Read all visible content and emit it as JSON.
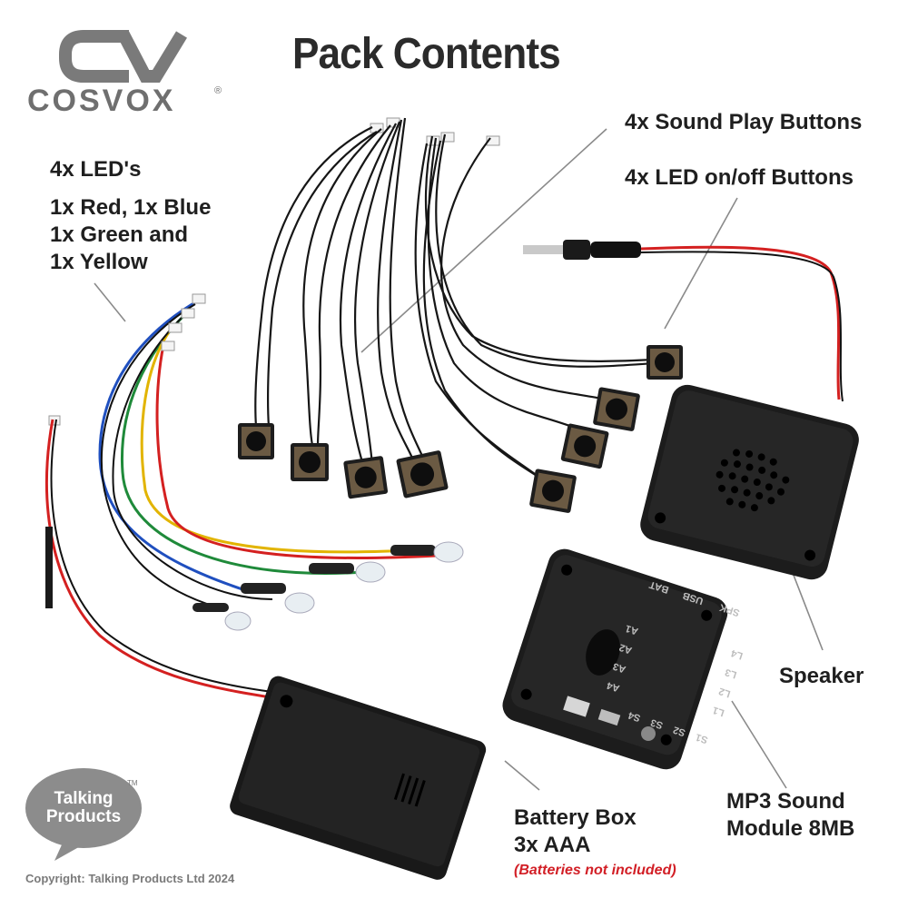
{
  "logo": {
    "text": "COSVOX",
    "registered": "®"
  },
  "title": "Pack Contents",
  "labels": {
    "leds": [
      "4x LED's",
      "1x Red, 1x Blue",
      "1x Green and",
      "1x Yellow"
    ],
    "sound_buttons": "4x Sound Play Buttons",
    "led_buttons": "4x LED on/off Buttons",
    "speaker": "Speaker",
    "battery_box": [
      "Battery Box",
      "3x AAA"
    ],
    "battery_note": "(Batteries not included)",
    "mp3_module": [
      "MP3 Sound",
      "Module 8MB"
    ]
  },
  "module_markings": [
    "S1",
    "S2",
    "S3",
    "S4",
    "A4",
    "A3",
    "A2",
    "A1",
    "L1",
    "L2",
    "L3",
    "L4",
    "BAT",
    "USB",
    "SPK"
  ],
  "talking_products": {
    "line1": "Talking",
    "line2": "Products",
    "tm": "TM"
  },
  "copyright": "Copyright: Talking Products Ltd 2024",
  "colors": {
    "wire_red": "#d42020",
    "wire_blue": "#1f4fbf",
    "wire_green": "#1f8a3a",
    "wire_yellow": "#e2b400",
    "plastic": "#1c1c1c",
    "leader": "#8a8a8a"
  }
}
